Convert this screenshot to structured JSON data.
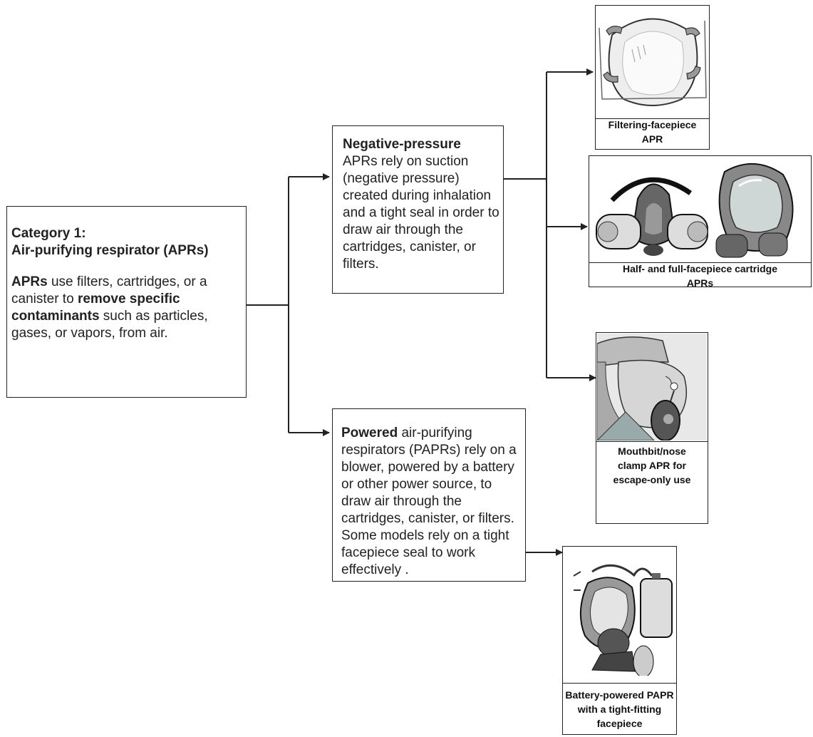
{
  "category": {
    "title_line1": "Category 1:",
    "title_line2": "Air-purifying respirator (APRs)",
    "desc": [
      {
        "bold": true,
        "text": "APRs"
      },
      {
        "bold": false,
        "text": " use filters, cartridges, or a canister to "
      },
      {
        "bold": true,
        "text": "remove specific contaminants"
      },
      {
        "bold": false,
        "text": " such as particles, gases, or vapors, from air."
      }
    ]
  },
  "negative": {
    "heading": "Negative-pressure",
    "body": "APRs rely on suction (negative pressure) created during inhalation and a tight seal in order to draw air through the cartridges, canister,  or filters."
  },
  "powered": {
    "bold": "Powered",
    "body": " air-purifying respirators (PAPRs)  rely on a blower, powered by a battery or other power source, to draw air through the cartridges, canister, or filters. Some models rely on a tight facepiece seal to work effectively ."
  },
  "examples": {
    "filtering": {
      "line1": "Filtering-facepiece",
      "line2": "APR",
      "icon": "dust-mask-icon"
    },
    "cartridge": {
      "line1": "Half- and full-facepiece cartridge",
      "line2": "APRs",
      "icon": "cartridge-respirator-icon"
    },
    "mouthbit": {
      "line1": "Mouthbit/nose",
      "line2": "clamp APR for",
      "line3": "escape-only use",
      "icon": "mouthbit-respirator-icon"
    },
    "papr": {
      "line1": "Battery-powered PAPR",
      "line2": "with a tight-fitting",
      "line3": "facepiece",
      "icon": "papr-icon"
    }
  }
}
